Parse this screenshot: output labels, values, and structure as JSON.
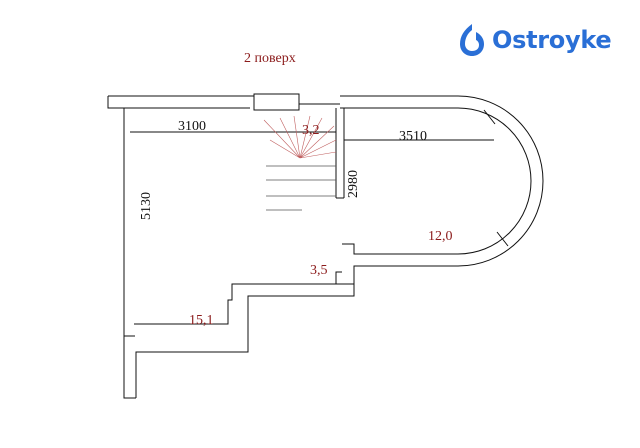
{
  "plan": {
    "floor_label": "2 поверх",
    "brand": {
      "name": "Ostroyke",
      "color": "#2a6fd6"
    },
    "dimensions": {
      "width_left": "3100",
      "width_right": "3510",
      "height_left": "5130",
      "height_stair": "2980"
    },
    "room_areas": {
      "stair": "3,2",
      "bay": "12,0",
      "hall": "3,5",
      "main": "15,1"
    },
    "colors": {
      "area_text": "#8b1a1a",
      "wall": "#111111",
      "wall_fill": "#ffffff"
    }
  }
}
